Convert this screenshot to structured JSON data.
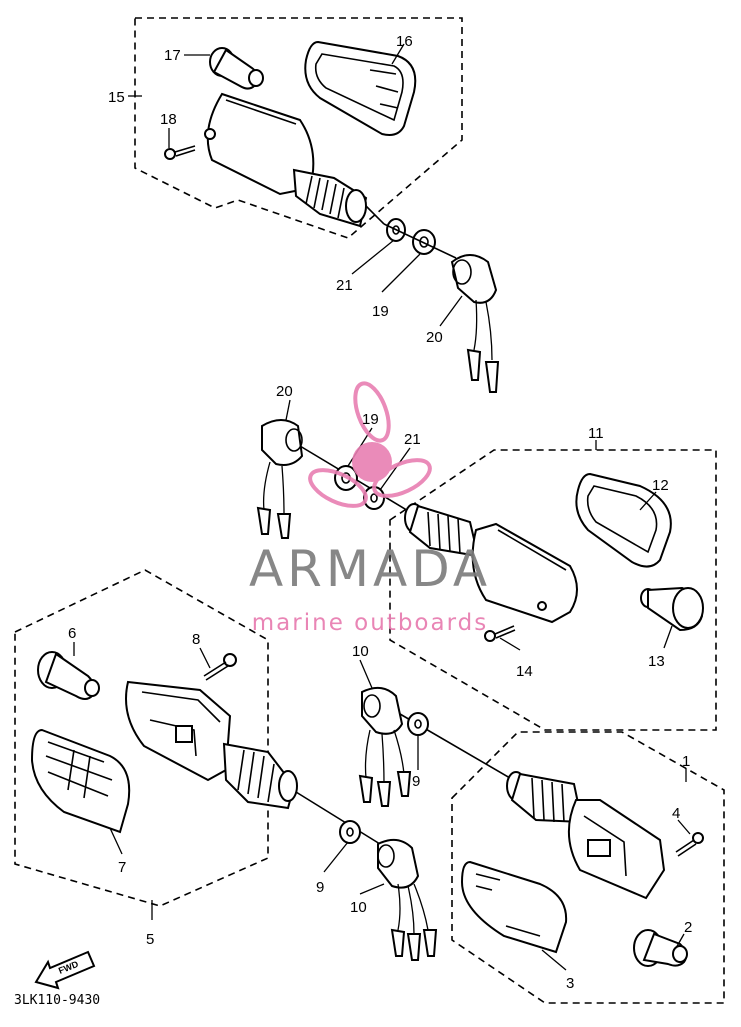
{
  "diagram_code": "3LK110-9430",
  "watermark": {
    "brand": "ARMADA",
    "tagline": "marine outboards",
    "accent_color": "#e87fb2",
    "brand_color": "#7d7d7d"
  },
  "direction_badge": "FWD",
  "callouts": {
    "c1": "1",
    "c2": "2",
    "c3": "3",
    "c4": "4",
    "c5": "5",
    "c6": "6",
    "c7": "7",
    "c8": "8",
    "c9a": "9",
    "c9b": "9",
    "c10a": "10",
    "c10b": "10",
    "c11": "11",
    "c12": "12",
    "c13": "13",
    "c14": "14",
    "c15": "15",
    "c16": "16",
    "c17": "17",
    "c18": "18",
    "c19a": "19",
    "c19b": "19",
    "c20a": "20",
    "c20b": "20",
    "c21a": "21",
    "c21b": "21"
  }
}
